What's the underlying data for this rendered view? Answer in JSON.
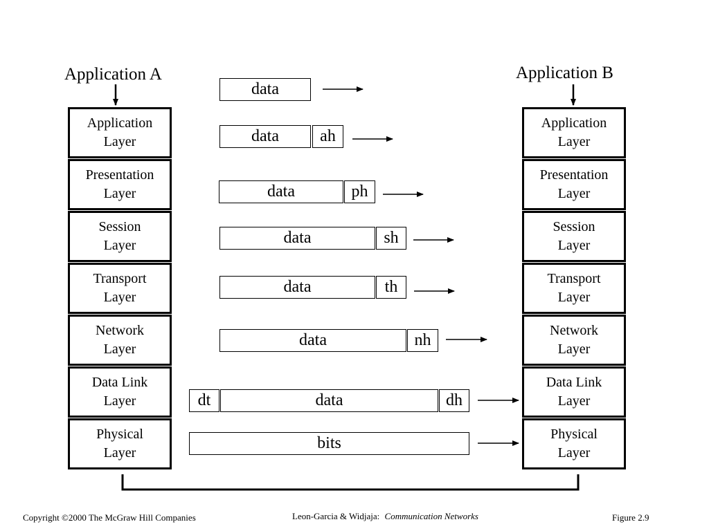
{
  "apps": {
    "left_title": "Application A",
    "right_title": "Application B"
  },
  "layers": [
    "Application\nLayer",
    "Presentation\nLayer",
    "Session\nLayer",
    "Transport\nLayer",
    "Network\nLayer",
    "Data Link\nLayer",
    "Physical\nLayer"
  ],
  "pdus": [
    {
      "data": "data",
      "header": "",
      "trailer": ""
    },
    {
      "data": "data",
      "header": "ah",
      "trailer": ""
    },
    {
      "data": "data",
      "header": "ph",
      "trailer": ""
    },
    {
      "data": "data",
      "header": "sh",
      "trailer": ""
    },
    {
      "data": "data",
      "header": "th",
      "trailer": ""
    },
    {
      "data": "data",
      "header": "nh",
      "trailer": ""
    },
    {
      "data": "data",
      "header": "dh",
      "trailer": "dt"
    },
    {
      "data": "bits",
      "header": "",
      "trailer": ""
    }
  ],
  "footer": {
    "copyright": "Copyright ©2000 The McGraw Hill Companies",
    "authors": "Leon-Garcia & Widjaja:",
    "book": "Communication Networks",
    "figure": "Figure 2.9"
  }
}
